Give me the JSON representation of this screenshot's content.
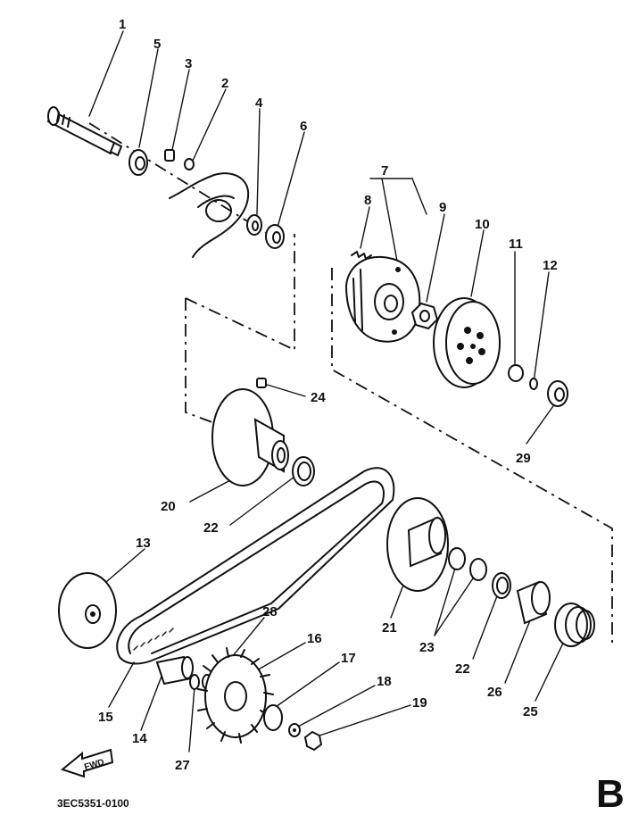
{
  "diagram": {
    "callouts": [
      {
        "id": "1",
        "label": "1"
      },
      {
        "id": "2",
        "label": "2"
      },
      {
        "id": "3",
        "label": "3"
      },
      {
        "id": "4",
        "label": "4"
      },
      {
        "id": "5",
        "label": "5"
      },
      {
        "id": "6",
        "label": "6"
      },
      {
        "id": "7",
        "label": "7"
      },
      {
        "id": "8",
        "label": "8"
      },
      {
        "id": "9",
        "label": "9"
      },
      {
        "id": "10",
        "label": "10"
      },
      {
        "id": "11",
        "label": "11"
      },
      {
        "id": "12",
        "label": "12"
      },
      {
        "id": "13",
        "label": "13"
      },
      {
        "id": "14",
        "label": "14"
      },
      {
        "id": "15",
        "label": "15"
      },
      {
        "id": "16",
        "label": "16"
      },
      {
        "id": "17",
        "label": "17"
      },
      {
        "id": "18",
        "label": "18"
      },
      {
        "id": "19",
        "label": "19"
      },
      {
        "id": "20",
        "label": "20"
      },
      {
        "id": "21",
        "label": "21"
      },
      {
        "id": "22a",
        "label": "22"
      },
      {
        "id": "22b",
        "label": "22"
      },
      {
        "id": "23",
        "label": "23"
      },
      {
        "id": "24",
        "label": "24"
      },
      {
        "id": "25",
        "label": "25"
      },
      {
        "id": "26",
        "label": "26"
      },
      {
        "id": "27",
        "label": "27"
      },
      {
        "id": "28",
        "label": "28"
      },
      {
        "id": "29",
        "label": "29"
      }
    ],
    "fwd_arrow_label": "FWD",
    "drawing_code": "3EC5351-0100",
    "section_letter": "B"
  }
}
